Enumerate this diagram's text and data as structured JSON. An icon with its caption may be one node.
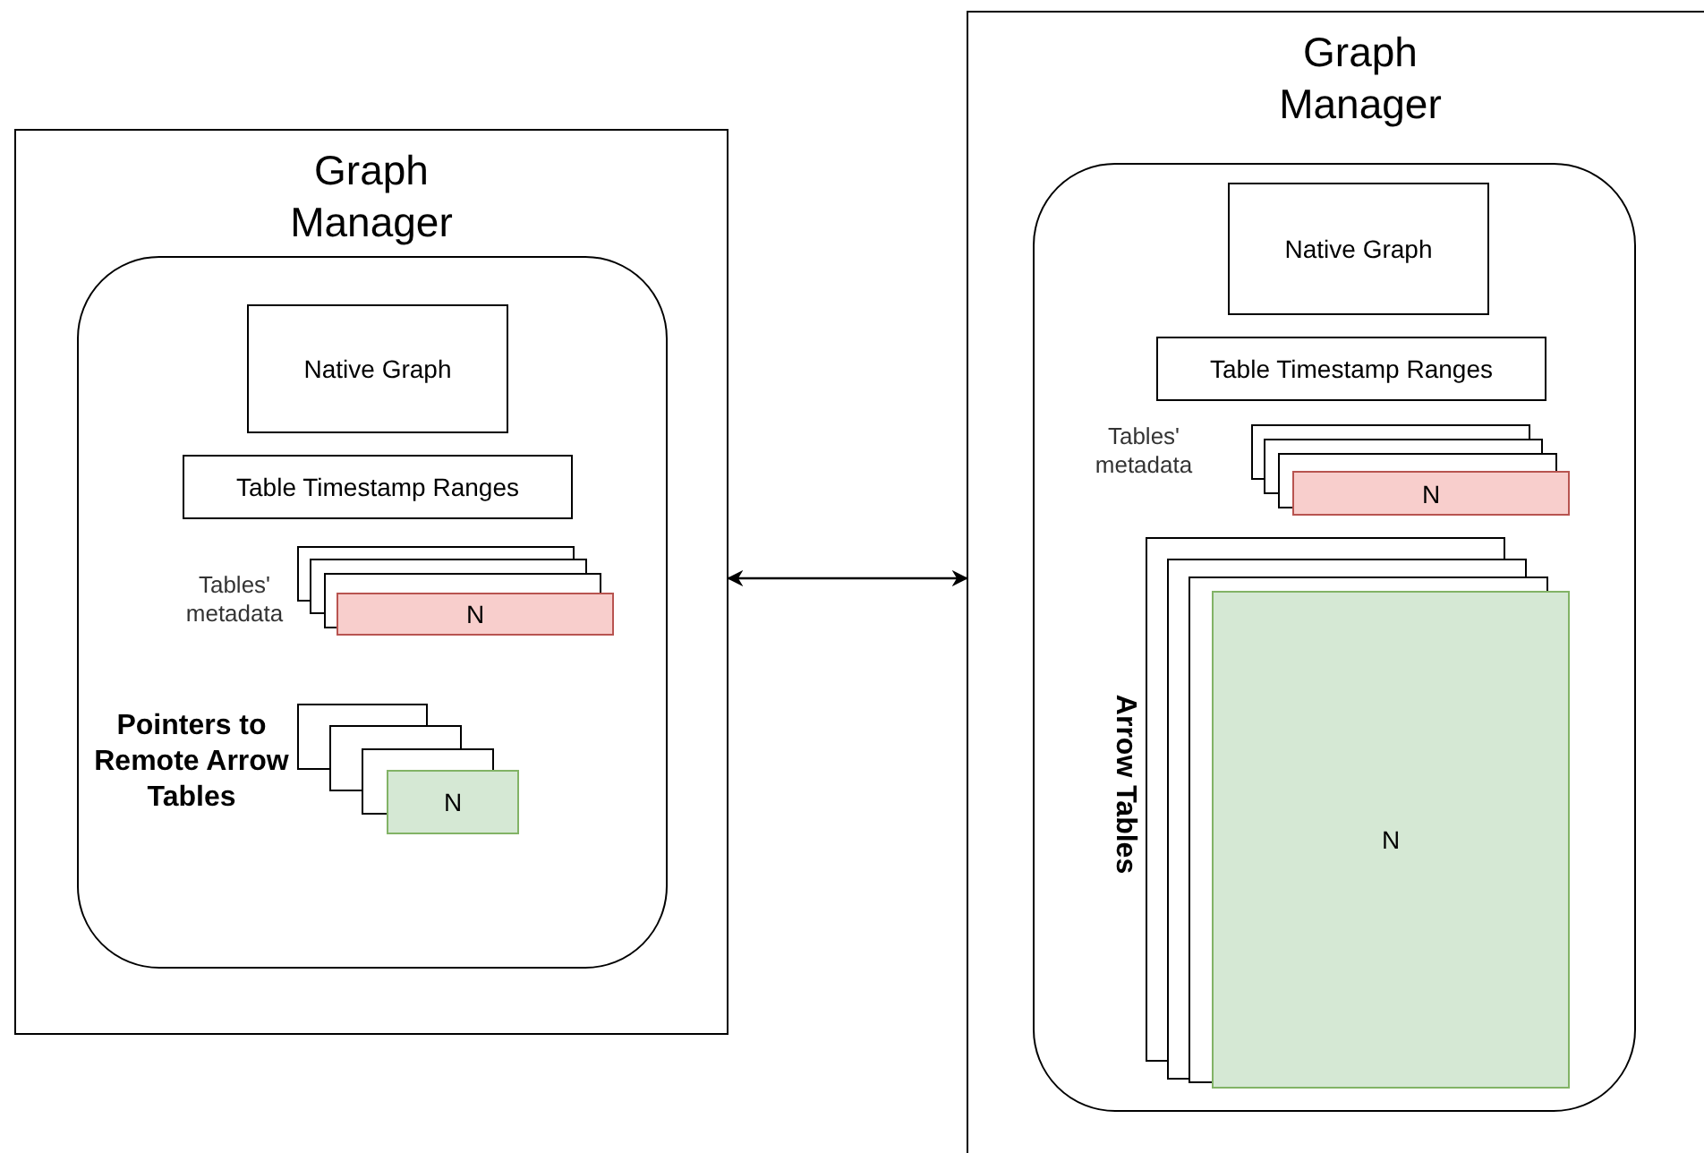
{
  "diagram": {
    "nodes": [
      {
        "text": [
          "Graph Manager"
        ]
      },
      {
        "text": [],
        "shape": "box",
        "in": 0
      },
      {
        "text": [
          "Native Graph"
        ],
        "in": 1
      },
      {
        "text": [
          "Table Timestamp Ranges"
        ],
        "in": 1
      },
      {
        "text": [
          "N"
        ],
        "in": 1,
        "beside": [
          "Tables' metadata"
        ]
      },
      {
        "text": [
          "N"
        ],
        "in": 1,
        "beside": [
          "Pointers to Remote Arrow Tables"
        ]
      },
      {
        "text": [
          "Graph Manager"
        ]
      },
      {
        "text": [],
        "shape": "box",
        "in": 6
      },
      {
        "text": [
          "Native Graph"
        ],
        "in": 7
      },
      {
        "text": [
          "Table Timestamp Ranges"
        ],
        "in": 7
      },
      {
        "text": [
          "N"
        ],
        "in": 7
      },
      {
        "text": [
          "N"
        ],
        "in": 7,
        "beside": [
          "Arrow Tables"
        ]
      }
    ],
    "edges": [
      {
        "from": 0,
        "to": 6,
        "arrow": "both"
      }
    ],
    "labels": [
      "Tables' metadata"
    ]
  }
}
